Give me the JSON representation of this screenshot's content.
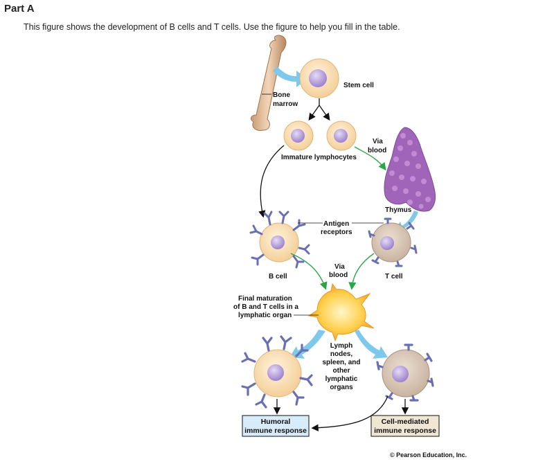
{
  "header": {
    "part": "Part A",
    "prompt": "This figure shows the development of B cells and T cells. Use the figure to help you fill in the table."
  },
  "figure": {
    "labels": {
      "stem_cell": "Stem cell",
      "bone": "Bone",
      "marrow": "marrow",
      "immature": "Immature lymphocytes",
      "via1": "Via",
      "blood1": "blood",
      "thymus": "Thymus",
      "antigen": "Antigen",
      "receptors": "receptors",
      "b_cell": "B cell",
      "t_cell": "T cell",
      "via2": "Via",
      "blood2": "blood",
      "final_1": "Final maturation",
      "final_2": "of B and T cells in a",
      "final_3": "lymphatic organ",
      "organs_1": "Lymph",
      "organs_2": "nodes,",
      "organs_3": "spleen, and",
      "organs_4": "other",
      "organs_5": "lymphatic",
      "organs_6": "organs"
    },
    "humoral": {
      "line1": "Humoral",
      "line2": "immune response"
    },
    "cell_mediated": {
      "line1": "Cell-mediated",
      "line2": "immune response"
    },
    "colors": {
      "b_cell_fill": "#f8dcb0",
      "t_cell_fill": "#d9c8b6",
      "nucleus": "#b49bd8",
      "receptor": "#6a6fb4",
      "thymus": "#a065b8",
      "arrow_blue": "#7ec8ec",
      "arrow_green": "#2aa64a",
      "humoral_box": "#d7ecf8",
      "cell_mediated_box": "#f0e6d4"
    }
  },
  "credit": "© Pearson Education, Inc."
}
